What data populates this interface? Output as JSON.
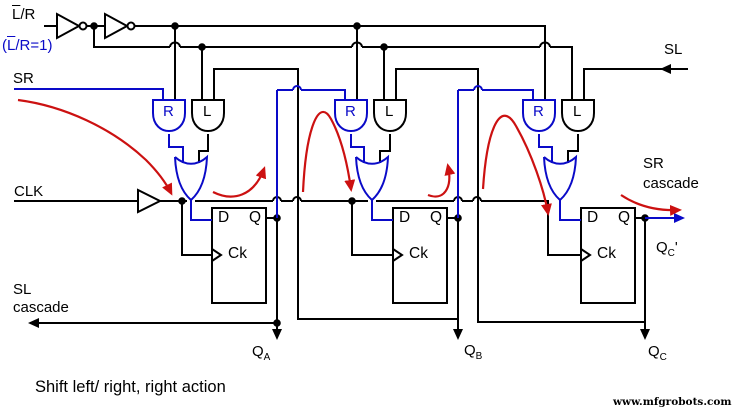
{
  "caption": "Shift left/ right, right action",
  "watermark": "www.mfgrobots.com",
  "colors": {
    "wire": "#000000",
    "blue": "#0a0ac8",
    "red": "#cc1111"
  },
  "labels": {
    "control_overlined": "L",
    "control_rest": "/R",
    "note_prefix": "(",
    "note_overlined": "L",
    "note_rest": "/R=1)",
    "sr_in": "SR",
    "clk": "CLK",
    "sl_cascade_line1": "SL",
    "sl_cascade_line2": "cascade",
    "sl_in": "SL",
    "sr_cascade_line1": "SR",
    "sr_cascade_line2": "cascade"
  },
  "gates": {
    "r": "R",
    "l": "L"
  },
  "flipflop": {
    "d": "D",
    "q": "Q",
    "ck": "Ck"
  },
  "outputs": {
    "qa": {
      "base": "Q",
      "sub": "A"
    },
    "qb": {
      "base": "Q",
      "sub": "B"
    },
    "qc": {
      "base": "Q",
      "sub": "C"
    },
    "qc_prime": {
      "base": "Q",
      "sub": "C",
      "prime": "'"
    }
  }
}
